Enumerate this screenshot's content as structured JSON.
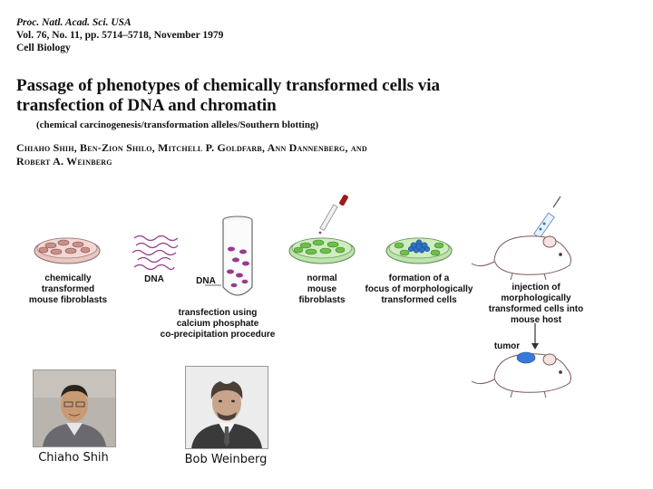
{
  "journal": {
    "name": "Proc. Natl. Acad. Sci. USA",
    "volume": "Vol. 76, No. 11, pp. 5714–5718, November 1979",
    "section": "Cell Biology"
  },
  "paper": {
    "title_line1": "Passage of phenotypes of chemically transformed cells via",
    "title_line2": "transfection of DNA and chromatin",
    "keywords": "(chemical carcinogenesis/transformation alleles/Southern blotting)",
    "authors_line1": "Chiaho Shih, Ben-Zion Shilo, Mitchell P. Goldfarb, Ann Dannenberg, and",
    "authors_line2": "Robert A. Weinberg"
  },
  "figure": {
    "step1": [
      "chemically",
      "transformed",
      "mouse fibroblasts"
    ],
    "dna_label_1": "DNA",
    "dna_label_2": "DNA",
    "tube_caption": [
      "transfection using",
      "calcium phosphate",
      "co-precipitation procedure"
    ],
    "step3": [
      "normal",
      "mouse",
      "fibroblasts"
    ],
    "step4": [
      "formation of a",
      "focus of morphologically",
      "transformed cells"
    ],
    "step5": [
      "injection of",
      "morphologically",
      "transformed cells into",
      "mouse host"
    ],
    "tumor_label": "tumor",
    "colors": {
      "cell_pink": "#c9908a",
      "dish_pink": "#f2d7d2",
      "cell_green": "#6cc04a",
      "dish_green": "#cfeec0",
      "focus_blue": "#2e72c8",
      "dna_purple": "#9a3a8a",
      "tumor_blue": "#3a78d8"
    }
  },
  "photos": {
    "left_caption": "Chiaho Shih",
    "right_caption": "Bob Weinberg"
  }
}
